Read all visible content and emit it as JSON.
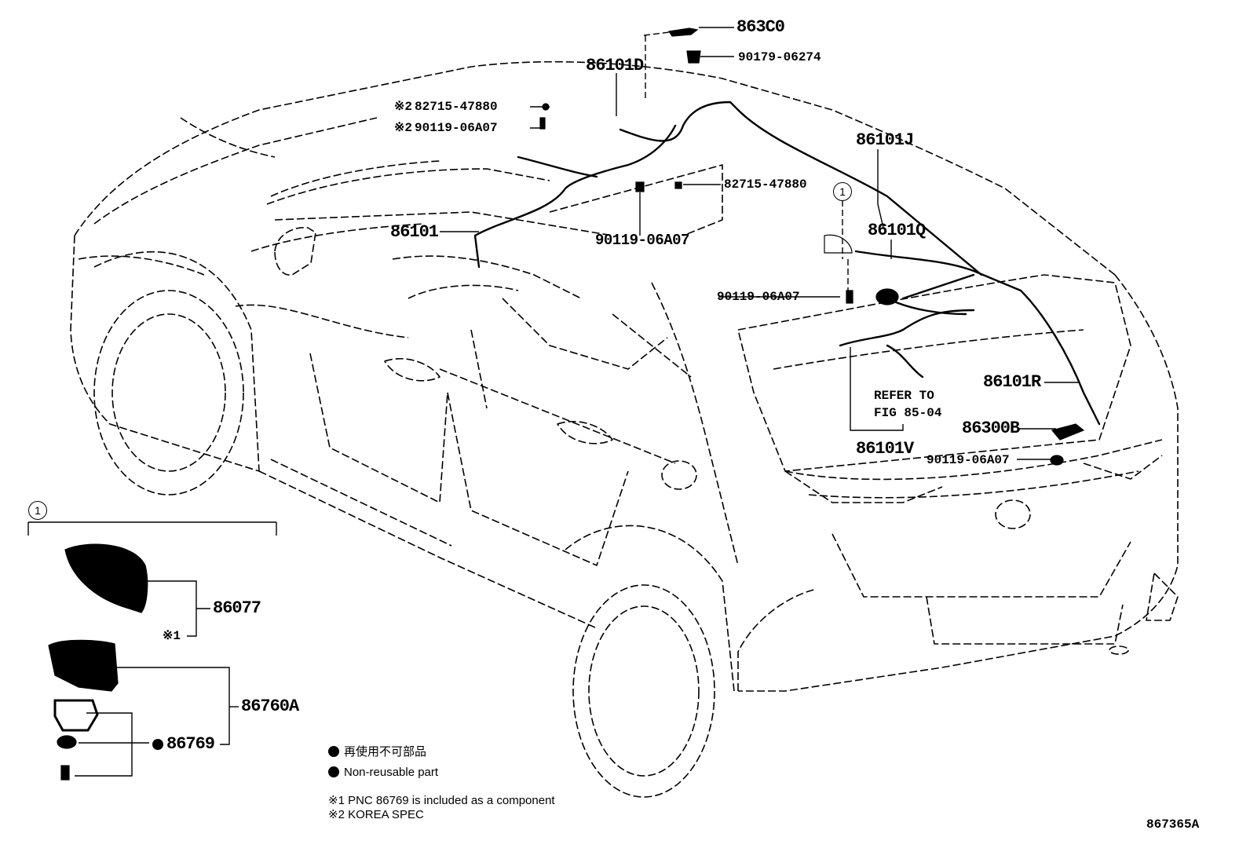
{
  "diagram_id": "867365A",
  "callout_number": "1",
  "parts": {
    "p863C0": "863C0",
    "p90179": "90179-06274",
    "p86101D": "86101D",
    "p82715a": "82715-47880",
    "p90119a": "90119-06A07",
    "p82715b": "82715-47880",
    "p86101J": "86101J",
    "p86101": "86101",
    "p90119b": "90119-06A07",
    "p86101Q": "86101Q",
    "p90119c": "90119-06A07",
    "p86101R": "86101R",
    "p86300B": "86300B",
    "p90119d": "90119-06A07",
    "p86101V": "86101V",
    "p86077": "86077",
    "p86760A": "86760A",
    "p86769": "86769"
  },
  "marks": {
    "korea": "※2",
    "note1": "※1"
  },
  "refer": {
    "line1": "REFER TO",
    "line2": "FIG 85-04"
  },
  "legend": {
    "jp": "再使用不可部品",
    "en": "Non-reusable part"
  },
  "footnotes": {
    "note1": "※1 PNC 86769 is included as a component",
    "note2": "※2 KOREA SPEC"
  }
}
